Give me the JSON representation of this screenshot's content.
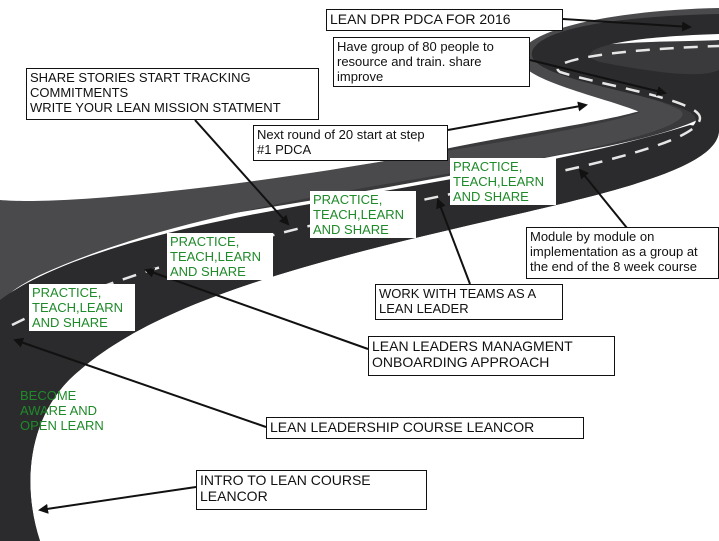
{
  "colors": {
    "road": "#2b2b2d",
    "road_edge": "#555555",
    "lane": "#e6e6e6",
    "green_text": "#1f8a2a"
  },
  "labels": {
    "title": "LEAN DPR PDCA FOR 2016",
    "group80": "Have group of 80 people to\nresource and train. share\nimprove",
    "share_stories": "SHARE STORIES START TRACKING\nCOMMITMENTS\nWRITE YOUR LEAN MISSION STATMENT",
    "next_round": "Next round of 20 start at step\n#1 PDCA",
    "module": "Module by module on\nimplementation as a group at\nthe end of the 8 week course",
    "work_teams": "WORK WITH  TEAMS AS A\nLEAN LEADER",
    "onboarding": "LEAN LEADERS MANAGMENT\nONBOARDING APPROACH",
    "leadership_course": "LEAN LEADERSHIP COURSE LEANCOR",
    "intro_course": "INTRO TO LEAN COURSE\nLEANCOR"
  },
  "steps": {
    "aware": "BECOME\nAWARE AND\nOPEN LEARN",
    "practice_1": "PRACTICE,\nTEACH,LEARN\nAND SHARE",
    "practice_2": "PRACTICE,\nTEACH,LEARN\nAND SHARE",
    "practice_3": "PRACTICE,\nTEACH,LEARN\nAND SHARE",
    "practice_4": "PRACTICE,\nTEACH,LEARN\nAND SHARE"
  }
}
